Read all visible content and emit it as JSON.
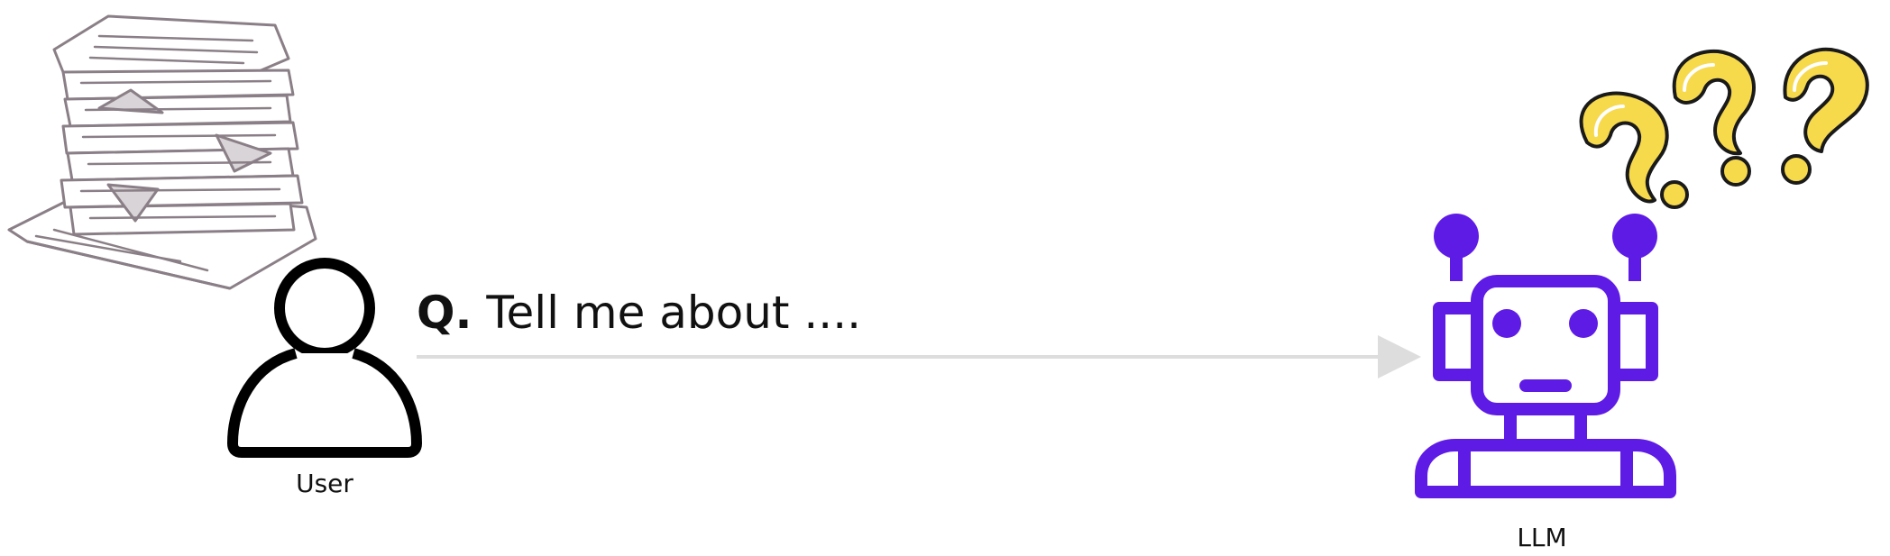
{
  "question": {
    "prefix": "Q.",
    "text": "Tell me about ...."
  },
  "user_label": "User",
  "llm_label": "LLM",
  "icons": {
    "documents": "paper-stack-icon",
    "user": "user-icon",
    "robot": "robot-icon",
    "confusion": "question-marks-icon",
    "arrow": "arrow-right-icon"
  },
  "colors": {
    "robot": "#5f1be6",
    "question_marks": "#f7d94c",
    "arrow": "#dddddd",
    "text": "#111111",
    "paper": "#8a7f86"
  }
}
